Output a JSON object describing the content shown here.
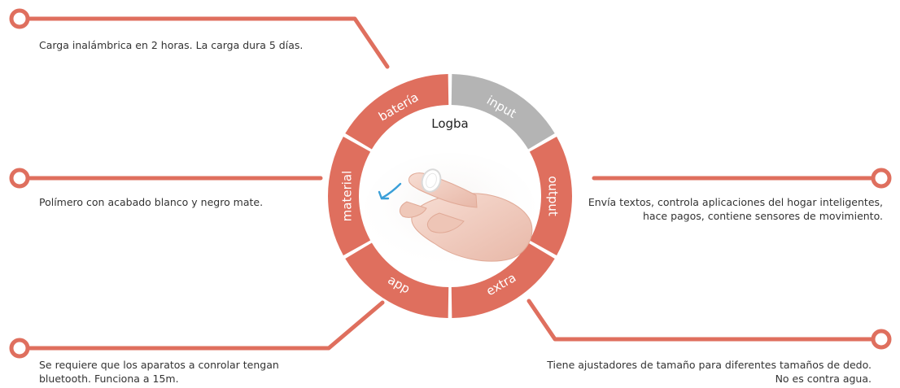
{
  "center": {
    "title": "Logba"
  },
  "colors": {
    "accent": "#df6f5e",
    "inactive": "#b4b4b4",
    "arrow": "#3a9fd8"
  },
  "segments": [
    {
      "label": "batería",
      "state": "active"
    },
    {
      "label": "input",
      "state": "inactive"
    },
    {
      "label": "output",
      "state": "active"
    },
    {
      "label": "extra",
      "state": "active"
    },
    {
      "label": "app",
      "state": "active"
    },
    {
      "label": "material",
      "state": "active"
    }
  ],
  "descriptions": {
    "bateria": "Carga inalámbrica en 2 horas. La carga dura 5 días.",
    "material": "Polímero con acabado blanco y negro mate.",
    "app": "Se requiere que los aparatos a conrolar tengan bluetooth. Funciona a 15m.",
    "output": "Envía textos, controla aplicaciones del hogar inteligentes, hace pagos, contiene sensores de movimiento.",
    "extra": "Tiene ajustadores de tamaño para diferentes tamaños de dedo. No es contra agua."
  }
}
